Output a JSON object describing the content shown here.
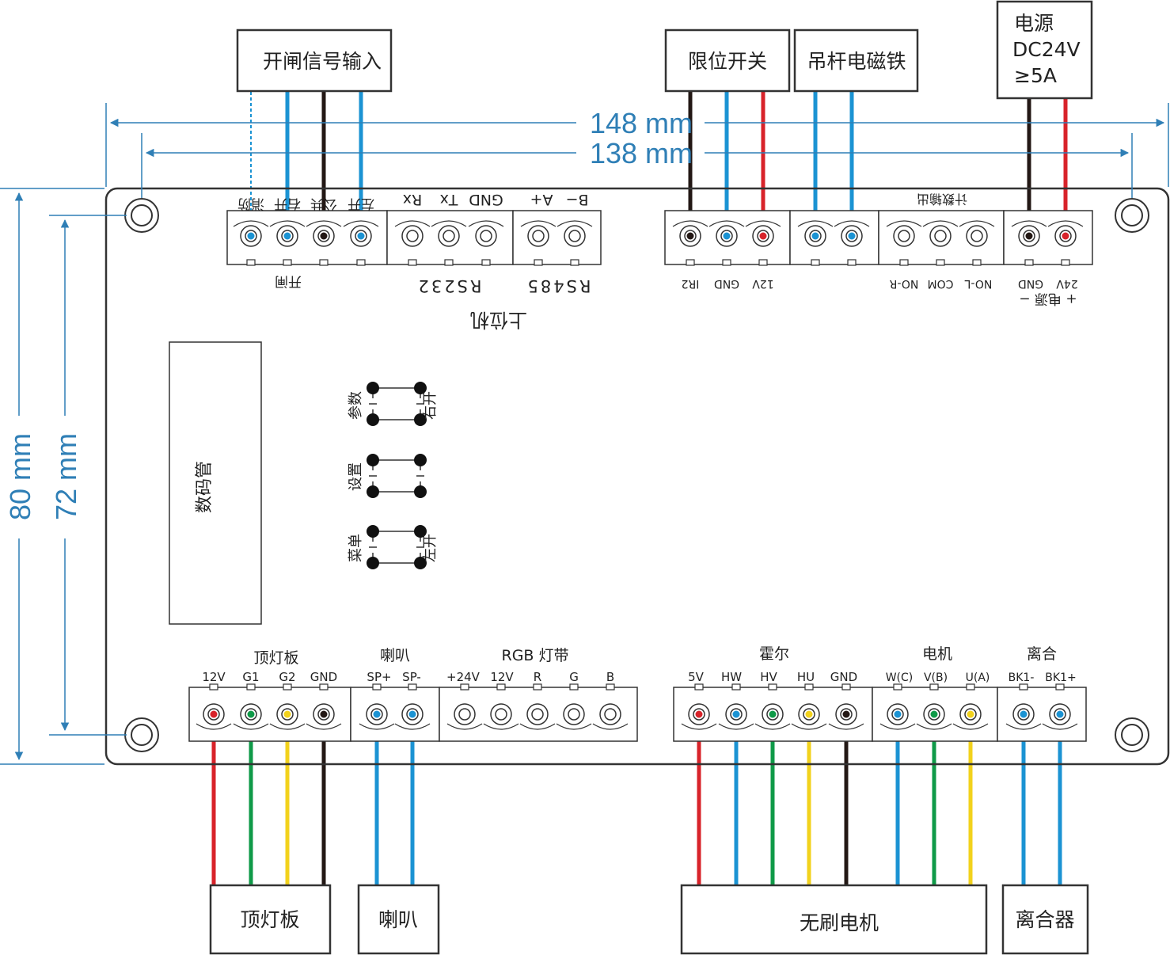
{
  "colors": {
    "red": "#d8232a",
    "blue": "#1b93d3",
    "black": "#231815",
    "green": "#0f9a48",
    "yellow": "#f2d21c",
    "dimension": "#2f7fb6",
    "board_outline": "#333333"
  },
  "dimensions": {
    "outer_width": "148 mm",
    "inner_width": "138 mm",
    "outer_height": "80 mm",
    "inner_height": "72 mm"
  },
  "external_boxes": {
    "gate_signal_input": "开闸信号输入",
    "limit_switch": "限位开关",
    "boom_electromagnet": "吊杆电磁铁",
    "power_line1": "电源",
    "power_line2": "DC24V",
    "power_line3": "≥5A",
    "top_light_board": "顶灯板",
    "speaker": "喇叭",
    "brushless_motor": "无刷电机",
    "clutch": "离合器"
  },
  "top_connectors": {
    "gate_pins": [
      "消防",
      "右开",
      "公共",
      "左开"
    ],
    "gate_group": "开闸",
    "rs232_pins": [
      "Rx",
      "Tx",
      "GND"
    ],
    "rs232_group": "RS232",
    "rs485_pins": [
      "A+",
      "B−"
    ],
    "rs485_group": "RS485",
    "host_group": "上位机",
    "limit_pins": [
      "IR2",
      "GND",
      "12V"
    ],
    "count_output_group": "计数输出",
    "count_pins": [
      "NO-R",
      "COM",
      "NO-L"
    ],
    "power_pins": [
      "GND",
      "24V"
    ],
    "power_group": "+ 电源 −"
  },
  "panel": {
    "display": "数码管",
    "buttons": [
      {
        "left": "参数",
        "right": "右开"
      },
      {
        "left": "设置",
        "right": ""
      },
      {
        "left": "菜单",
        "right": "左开"
      }
    ]
  },
  "bottom_connectors": {
    "top_light": {
      "group": "顶灯板",
      "pins": [
        "12V",
        "G1",
        "G2",
        "GND"
      ]
    },
    "speaker": {
      "group": "喇叭",
      "pins": [
        "SP+",
        "SP-"
      ]
    },
    "rgb": {
      "group": "RGB 灯带",
      "pins": [
        "+24V",
        "12V",
        "R",
        "G",
        "B"
      ]
    },
    "hall": {
      "group": "霍尔",
      "pins": [
        "5V",
        "HW",
        "HV",
        "HU",
        "GND"
      ]
    },
    "motor": {
      "group": "电机",
      "pins": [
        "W(C)",
        "V(B)",
        "U(A)"
      ]
    },
    "clutch": {
      "group": "离合",
      "pins": [
        "BK1-",
        "BK1+"
      ]
    }
  }
}
